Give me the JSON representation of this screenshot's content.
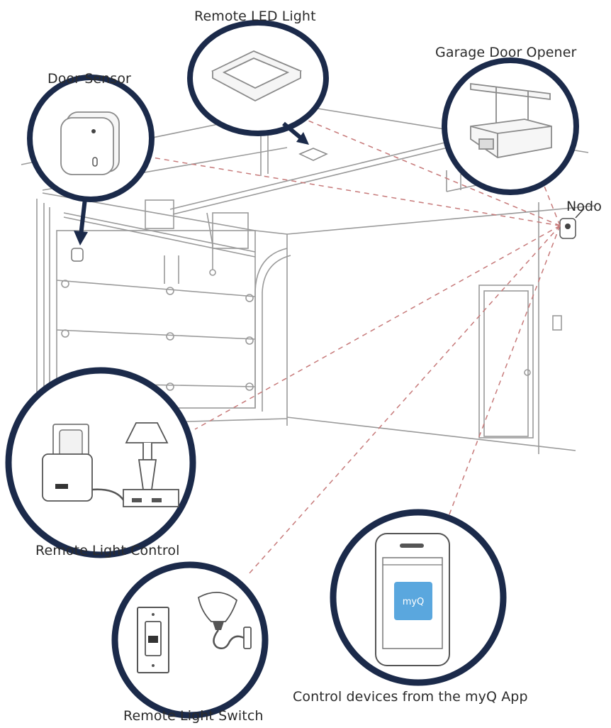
{
  "labels": {
    "remote_led_light": "Remote LED Light",
    "garage_door_opener": "Garage Door Opener",
    "door_sensor": "Door Sensor",
    "nodo": "Nodo",
    "remote_light_control": "Remote Light Control",
    "remote_light_switch": "Remote Light Switch",
    "myq_app": "Control devices from the myQ App"
  },
  "app_logo_text": "myQ",
  "colors": {
    "circle_outline": "#1b2a4a",
    "line_art": "#9a9a9a",
    "dashed_lines": "#c77a7a",
    "app_tile": "#5aa7de"
  }
}
